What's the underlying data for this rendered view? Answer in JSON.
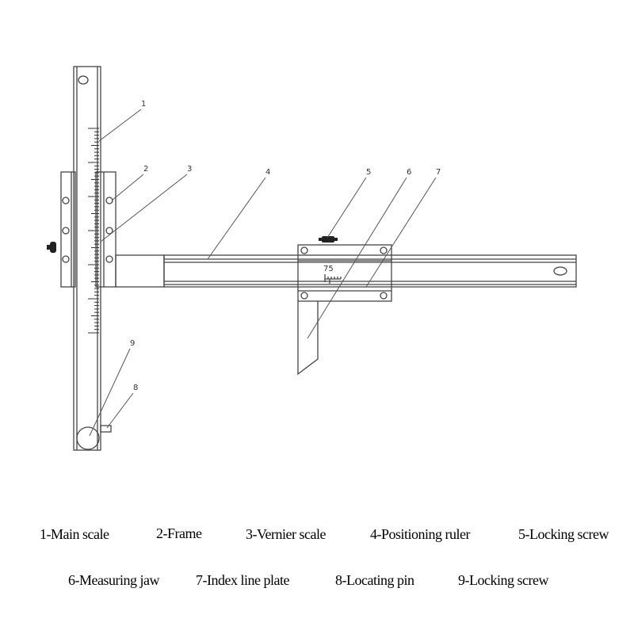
{
  "callouts": [
    "1",
    "2",
    "3",
    "4",
    "5",
    "6",
    "7",
    "8",
    "9"
  ],
  "index_plate_number": "75",
  "legend": [
    "1-Main scale",
    "2-Frame",
    "3-Vernier scale",
    "4-Positioning ruler",
    "5-Locking screw",
    "6-Measuring jaw",
    "7-Index line plate",
    "8-Locating pin",
    "9-Locking screw"
  ]
}
